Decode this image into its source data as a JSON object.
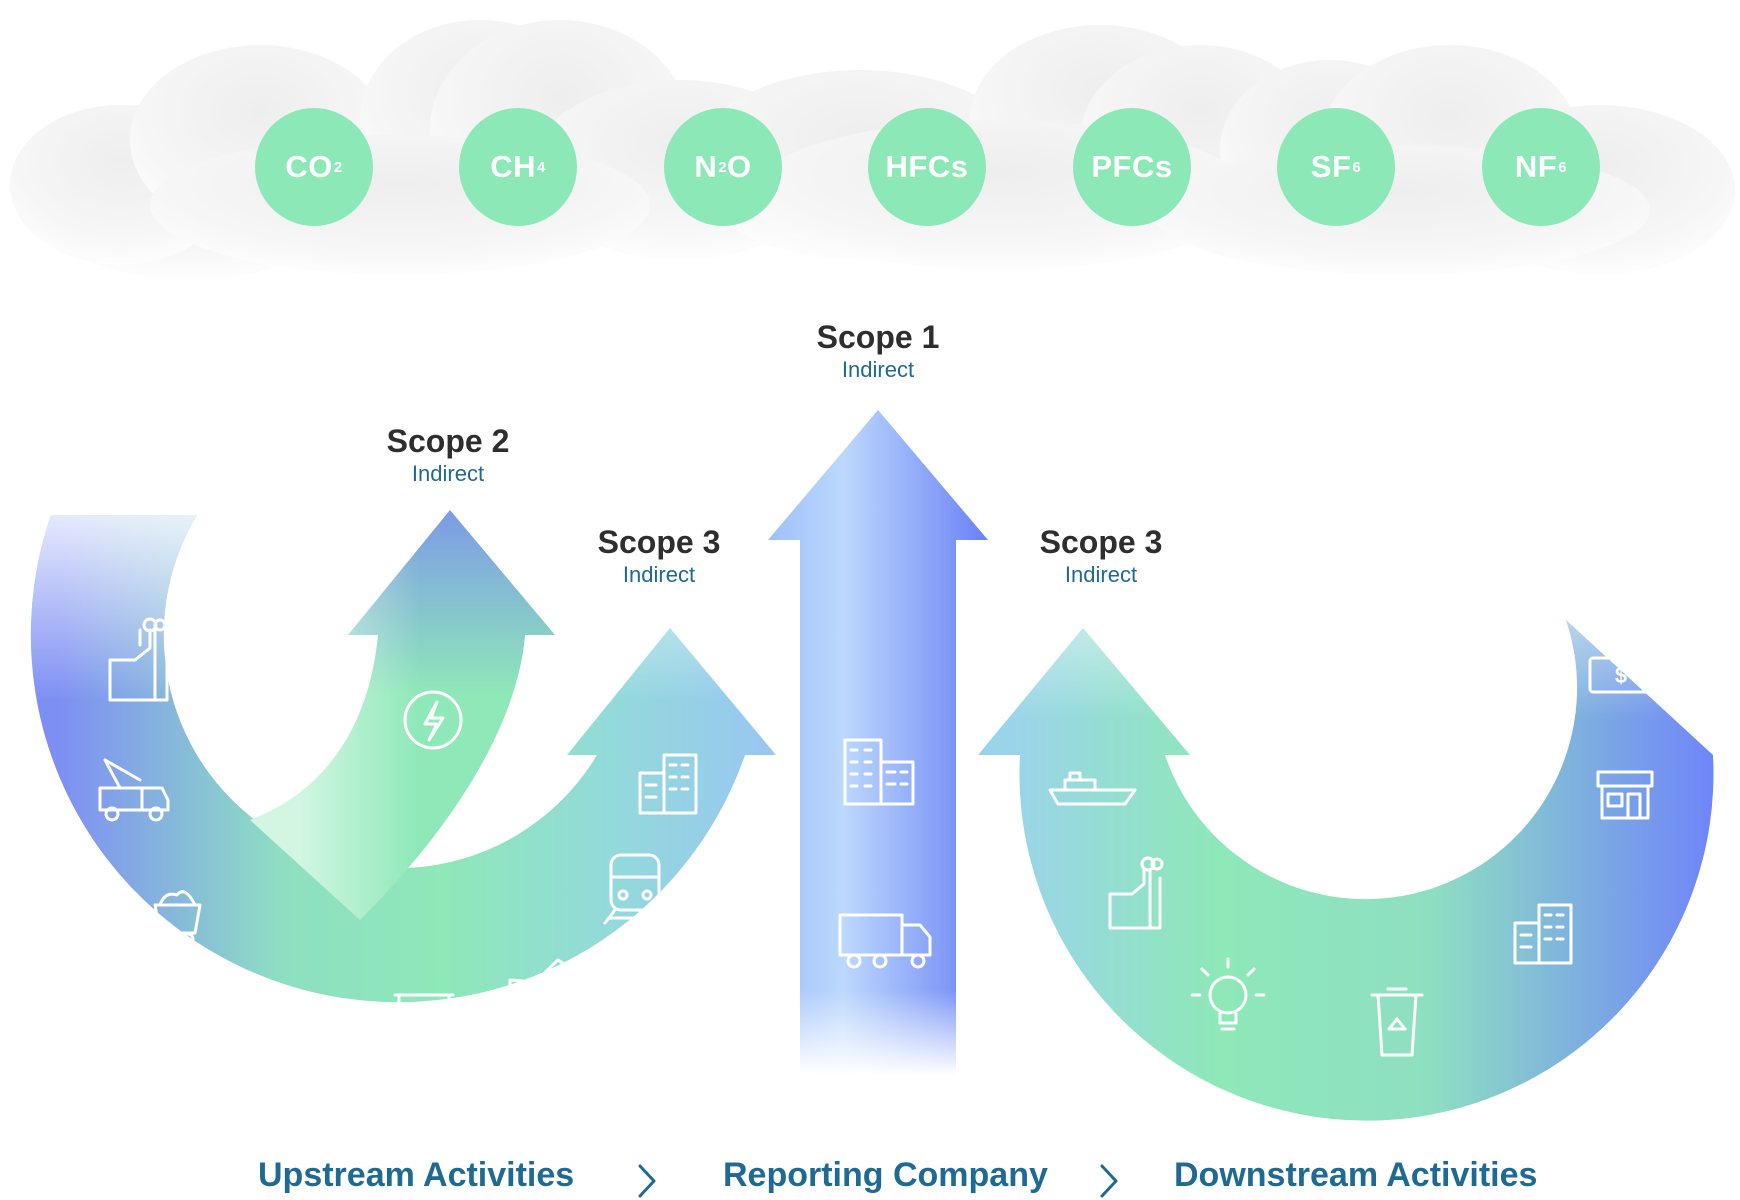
{
  "gases": [
    {
      "base": "CO",
      "sub": "2",
      "icon": "co2-gas-circle"
    },
    {
      "base": "CH",
      "sub": "4",
      "icon": "ch4-gas-circle"
    },
    {
      "base": "N",
      "sub": "2",
      "tail": "O",
      "icon": "n2o-gas-circle"
    },
    {
      "base": "HFCs",
      "icon": "hfcs-gas-circle"
    },
    {
      "base": "PFCs",
      "icon": "pfcs-gas-circle"
    },
    {
      "base": "SF",
      "sub": "6",
      "icon": "sf6-gas-circle"
    },
    {
      "base": "NF",
      "sub": "6",
      "icon": "nf6-gas-circle"
    }
  ],
  "scopes": {
    "scope1": {
      "title": "Scope 1",
      "subtitle": "Indirect"
    },
    "scope2": {
      "title": "Scope 2",
      "subtitle": "Indirect"
    },
    "scope3_up": {
      "title": "Scope 3",
      "subtitle": "Indirect"
    },
    "scope3_down": {
      "title": "Scope 3",
      "subtitle": "Indirect"
    }
  },
  "flow": {
    "upstream": "Upstream Activities",
    "reporting": "Reporting Company",
    "downstream": "Downstream Activities"
  },
  "icons": {
    "upstream": [
      "factory-icon",
      "crane-truck-icon",
      "coal-cart-icon",
      "cargo-ship-icon",
      "recycling-bin-icon",
      "airplane-icon",
      "train-icon",
      "office-building-icon"
    ],
    "scope2": [
      "electricity-bolt-icon"
    ],
    "reporting": [
      "office-building-icon",
      "delivery-truck-icon"
    ],
    "downstream": [
      "cargo-ship-icon",
      "factory-icon",
      "light-bulb-icon",
      "recycling-bin-icon",
      "office-building-icon",
      "storefront-icon",
      "dollar-bill-icon"
    ]
  },
  "colors": {
    "gas_circle": "#8de8b7",
    "blue": "#6f86f2",
    "green": "#8ee8b8",
    "teal": "#9ad4ea",
    "text_dark": "#2e2e2e",
    "text_blue": "#1f6a93"
  }
}
